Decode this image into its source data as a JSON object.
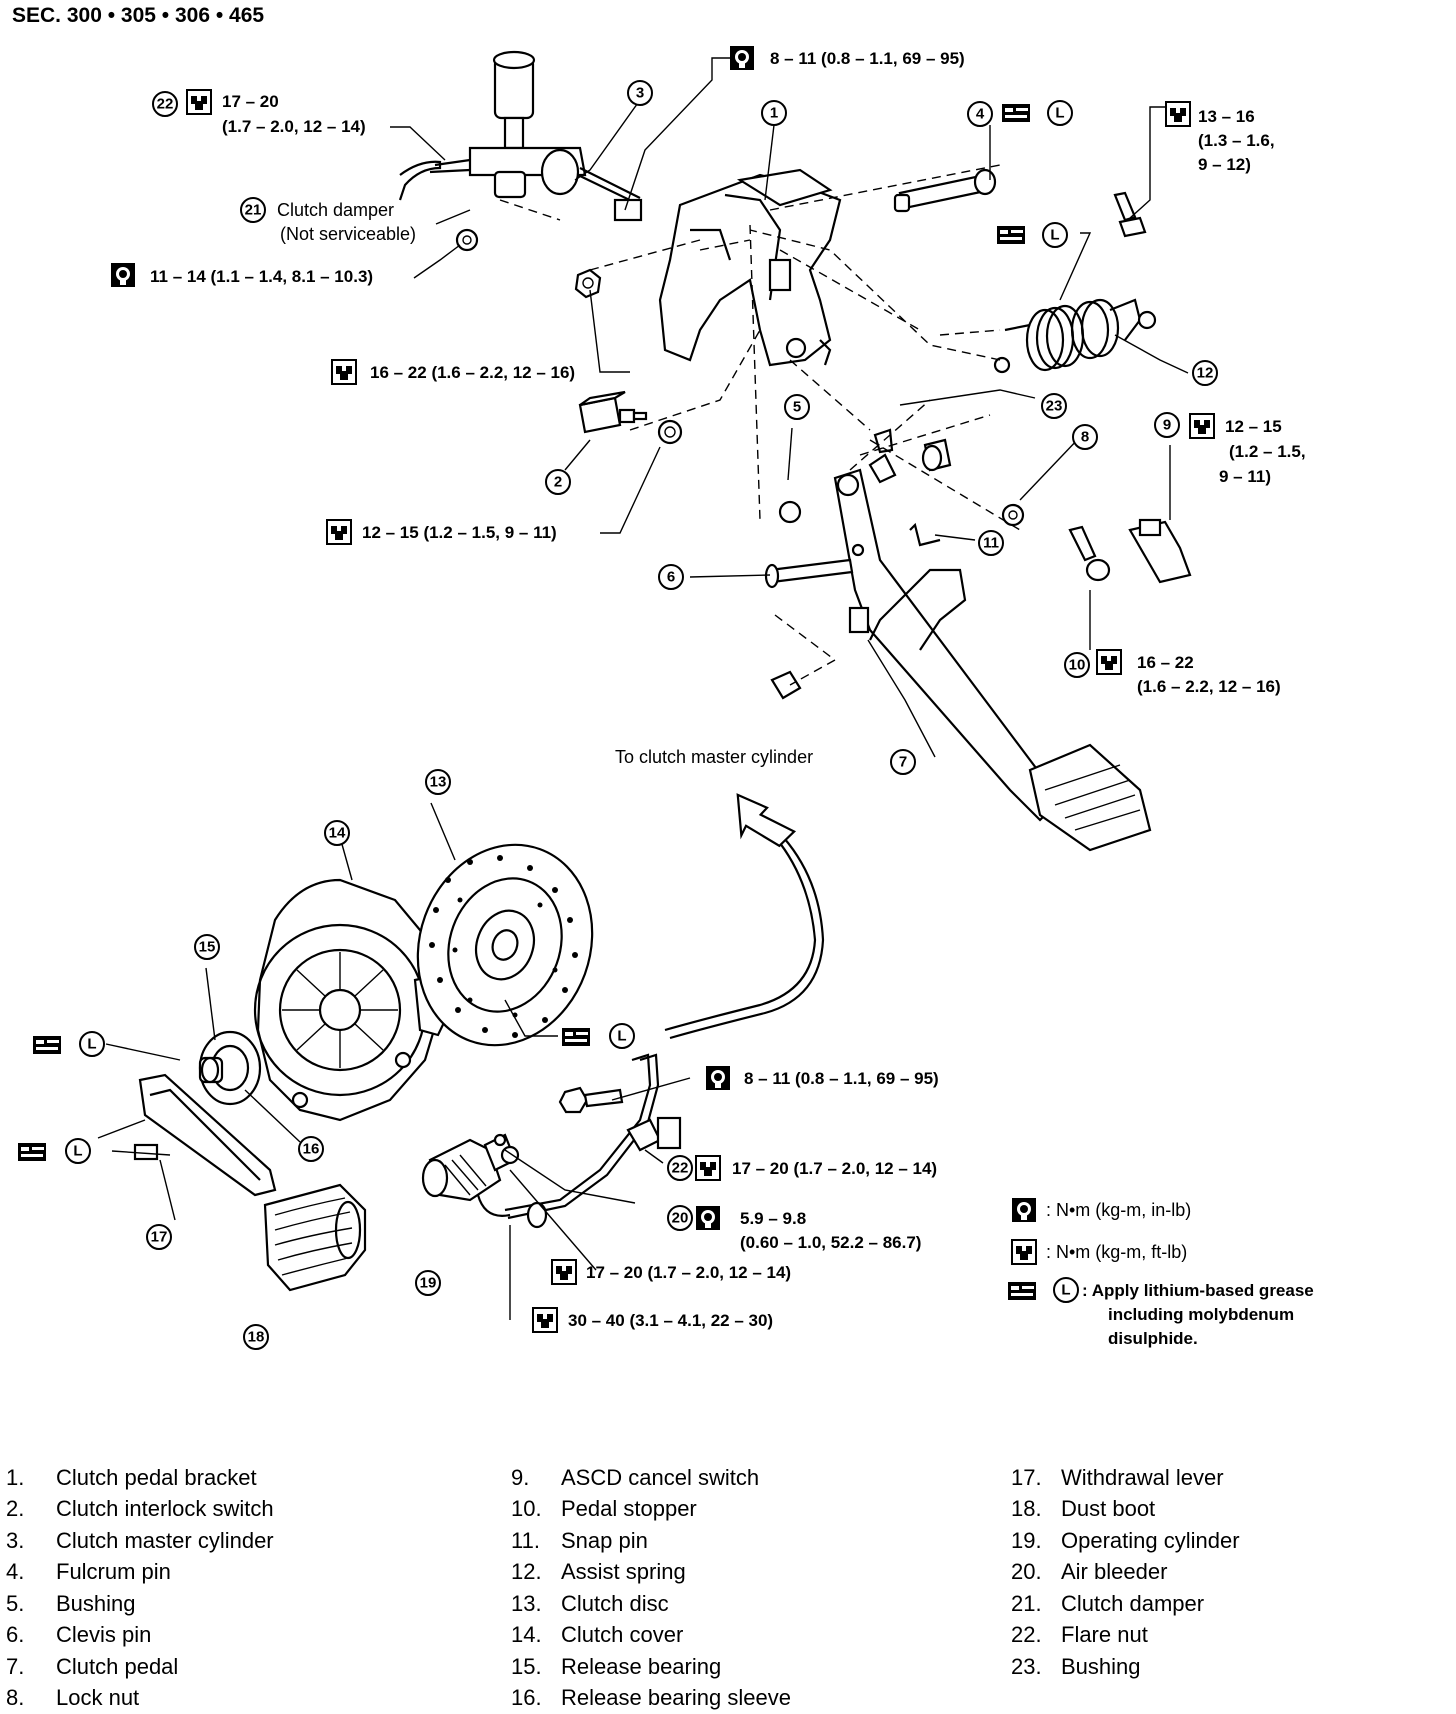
{
  "header": {
    "section": "SEC. 300 • 305 • 306 • 465"
  },
  "torque_labels": {
    "t_8_11_top": "8 – 11 (0.8 – 1.1, 69 – 95)",
    "t_17_20_top": "17 – 20",
    "t_17_20_top_sub": "(1.7 – 2.0, 12 – 14)",
    "t_11_14": "11 – 14 (1.1 – 1.4, 8.1 – 10.3)",
    "t_13_16": "13 – 16",
    "t_13_16_sub1": "(1.3 – 1.6,",
    "t_13_16_sub2": "9 – 12)",
    "t_16_22_left": "16 – 22 (1.6 – 2.2, 12 – 16)",
    "t_12_15_left": "12 – 15 (1.2 – 1.5, 9 – 11)",
    "t_12_15_right": "12 – 15",
    "t_12_15_right_sub1": "(1.2 – 1.5,",
    "t_12_15_right_sub2": "9 – 11)",
    "t_16_22_right": "16 – 22",
    "t_16_22_right_sub": "(1.6 – 2.2, 12 – 16)",
    "t_8_11_bottom": "8 – 11 (0.8 – 1.1, 69 – 95)",
    "t_17_20_mid": "17 – 20 (1.7 – 2.0, 12 – 14)",
    "t_5_9": "5.9 – 9.8",
    "t_5_9_sub": "(0.60 – 1.0, 52.2 – 86.7)",
    "t_17_20_low": "17 – 20 (1.7 – 2.0, 12 – 14)",
    "t_30_40": "30 – 40 (3.1 – 4.1, 22 – 30)"
  },
  "annotations": {
    "clutch_damper": "Clutch damper",
    "not_serviceable": "(Not serviceable)",
    "to_master": "To clutch  master  cylinder"
  },
  "key": {
    "nm_inlb": ":  N•m  (kg-m,  in-lb)",
    "nm_ftlb": ":  N•m  (kg-m,  ft-lb)",
    "grease_1": ":  Apply lithium-based grease",
    "grease_2": "including molybdenum",
    "grease_3": "disulphide."
  },
  "parts_legend": {
    "col1": [
      {
        "num": "1.",
        "name": "Clutch pedal bracket"
      },
      {
        "num": "2.",
        "name": "Clutch interlock switch"
      },
      {
        "num": "3.",
        "name": "Clutch master cylinder"
      },
      {
        "num": "4.",
        "name": "Fulcrum pin"
      },
      {
        "num": "5.",
        "name": "Bushing"
      },
      {
        "num": "6.",
        "name": "Clevis pin"
      },
      {
        "num": "7.",
        "name": "Clutch pedal"
      },
      {
        "num": "8.",
        "name": "Lock nut"
      }
    ],
    "col2": [
      {
        "num": "9.",
        "name": "ASCD cancel switch"
      },
      {
        "num": "10.",
        "name": "Pedal stopper"
      },
      {
        "num": "11.",
        "name": "Snap pin"
      },
      {
        "num": "12.",
        "name": "Assist spring"
      },
      {
        "num": "13.",
        "name": "Clutch disc"
      },
      {
        "num": "14.",
        "name": "Clutch cover"
      },
      {
        "num": "15.",
        "name": "Release bearing"
      },
      {
        "num": "16.",
        "name": "Release bearing sleeve"
      }
    ],
    "col3": [
      {
        "num": "17.",
        "name": "Withdrawal lever"
      },
      {
        "num": "18.",
        "name": "Dust boot"
      },
      {
        "num": "19.",
        "name": "Operating cylinder"
      },
      {
        "num": "20.",
        "name": "Air bleeder"
      },
      {
        "num": "21.",
        "name": "Clutch damper"
      },
      {
        "num": "22.",
        "name": "Flare nut"
      },
      {
        "num": "23.",
        "name": "Bushing"
      }
    ]
  },
  "callouts": {
    "c1": "1",
    "c2": "2",
    "c3": "3",
    "c4": "4",
    "c5": "5",
    "c6": "6",
    "c7": "7",
    "c8": "8",
    "c9": "9",
    "c10": "10",
    "c11": "11",
    "c12": "12",
    "c13": "13",
    "c14": "14",
    "c15": "15",
    "c16": "16",
    "c17": "17",
    "c18": "18",
    "c19": "19",
    "c20": "20",
    "c21": "21",
    "c22a": "22",
    "c22b": "22",
    "c23": "23",
    "cL": "L"
  }
}
